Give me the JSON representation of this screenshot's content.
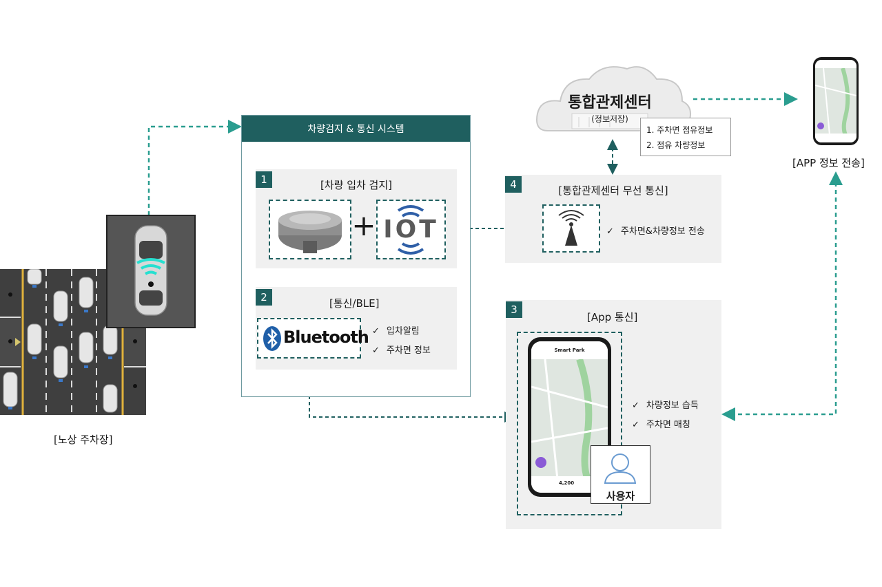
{
  "system_box": {
    "header": "차량검지 & 통신 시스템"
  },
  "section1": {
    "number": "1",
    "title": "[차량 입차 검지]",
    "plus": "+",
    "iot_label": "IOT"
  },
  "section2": {
    "number": "2",
    "title": "[통신/BLE]",
    "bluetooth_label": "Bluetooth",
    "checks": [
      "입차알림",
      "주차면 정보"
    ]
  },
  "section3": {
    "number": "3",
    "title": "[App 통신]",
    "checks": [
      "차량정보 습득",
      "주차면 매칭"
    ],
    "user_label": "사용자",
    "app": {
      "name": "Smart Park",
      "price": "4,200"
    }
  },
  "section4": {
    "number": "4",
    "title": "[통합관제센터 무선 통신]",
    "checks": [
      "주차면&차량정보 전송"
    ]
  },
  "cloud": {
    "title": "통합관제센터",
    "subtitle": "(정보저장)",
    "info": [
      "1. 주차면 점유정보",
      "2. 점유 차량정보"
    ]
  },
  "parking": {
    "caption": "[노상 주차장]"
  },
  "phone_top": {
    "caption": "[APP 정보 전송]"
  },
  "colors": {
    "teal": "#1f5f5f",
    "arrow": "#2a9d8f",
    "panel": "#f0f0f0"
  }
}
